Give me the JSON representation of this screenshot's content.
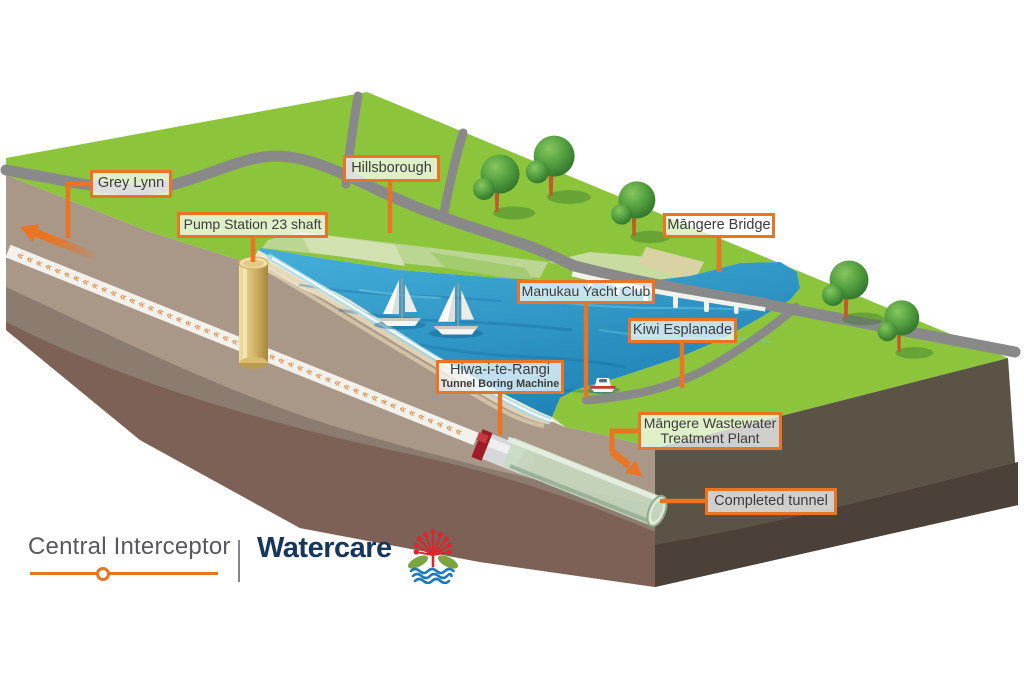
{
  "diagram": {
    "callouts": {
      "grey_lynn": "Grey Lynn",
      "pump_station": "Pump Station 23 shaft",
      "hillsborough": "Hillsborough",
      "mangere_bridge": "Māngere Bridge",
      "manukau_yacht_club": "Manukau Yacht Club",
      "kiwi_esplanade": "Kiwi Esplanade",
      "tbm_name": "Hiwa-i-te-Rangi",
      "tbm_role": "Tunnel Boring Machine",
      "treatment_plant_line1": "Māngere Wastewater",
      "treatment_plant_line2": "Treatment Plant",
      "completed_tunnel": "Completed tunnel"
    },
    "tunnel_chevrons": "««««««««««««««««««««««««««««««««««««««««««««««««"
  },
  "branding": {
    "project": "Central Interceptor",
    "company": "Watercare"
  },
  "colors": {
    "accent_orange": "#E87424",
    "land_green": "#8CC43C",
    "water_blue": "#2E9ECF",
    "earth_taupe": "#A99788",
    "earth_dark": "#5C5347",
    "tunnel_lining_green": "#C8DBC2",
    "tbm_red": "#9E1D25",
    "shaft_gold": "#D9BC6F",
    "logo_navy": "#16365C",
    "logo_grey": "#58595B"
  }
}
